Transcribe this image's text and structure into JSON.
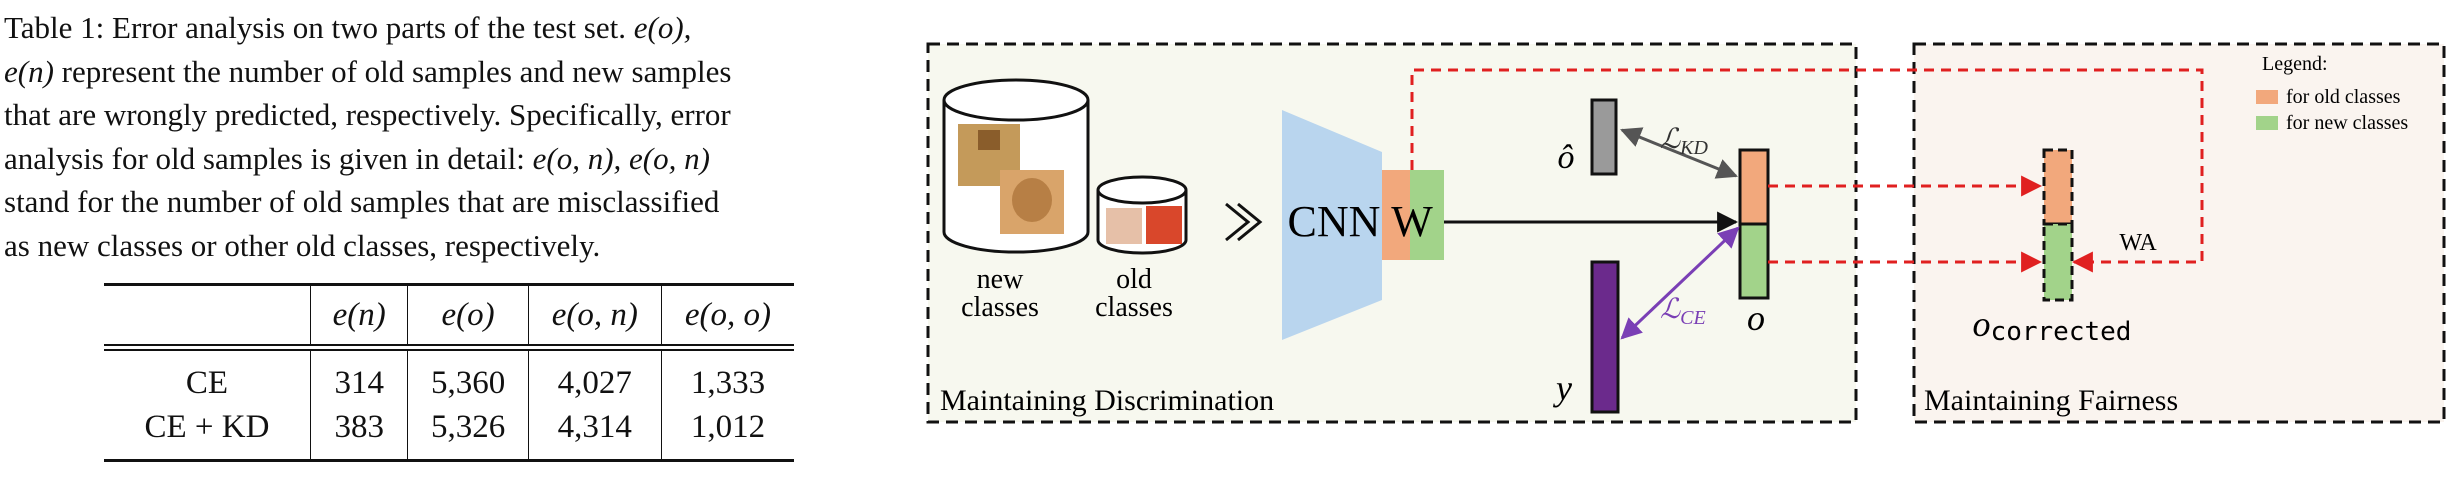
{
  "caption": {
    "prefix": "Table 1:",
    "line1": "Error analysis on two parts of the test set.",
    "sym_eo": "e(o),",
    "sym_en": "e(n)",
    "line2_rest": "represent the number of old samples and new samples",
    "line3": "that are wrongly predicted, respectively. Specifically, error",
    "line4_start": "analysis for old samples is given in detail:",
    "sym_eon": "e(o, n),",
    "sym_eoo": "e(o, n)",
    "line5": "stand for the number of old samples that are misclassified",
    "line6": "as new classes or other old classes, respectively."
  },
  "table": {
    "headers": [
      "",
      "e(n)",
      "e(o)",
      "e(o, n)",
      "e(o, o)"
    ],
    "rows": [
      {
        "label": "CE",
        "cells": [
          "314",
          "5,360",
          "4,027",
          "1,333"
        ]
      },
      {
        "label": "CE + KD",
        "cells": [
          "383",
          "5,326",
          "4,314",
          "1,012"
        ]
      }
    ]
  },
  "figure": {
    "panel_left_title": "Maintaining Discrimination",
    "panel_right_title": "Maintaining Fairness",
    "new_classes_label_1": "new",
    "new_classes_label_2": "classes",
    "old_classes_label_1": "old",
    "old_classes_label_2": "classes",
    "cnn_label": "CNN",
    "w_label": "W",
    "o_hat_label": "ô",
    "o_label": "o",
    "y_label": "y",
    "o_corrected_label": "o",
    "o_corrected_sub": "corrected",
    "kd_loss_label": "ℒ",
    "kd_loss_sub": "KD",
    "ce_loss_label": "ℒ",
    "ce_loss_sub": "CE",
    "wa_label": "WA",
    "legend_title": "Legend:",
    "legend_old": "for old classes",
    "legend_new": "for new classes",
    "colors": {
      "old": "#f2a87c",
      "new": "#a2d38a",
      "cnn": "#b9d5ee",
      "y_bar": "#6b2a8c",
      "o_hat": "#9a9a9a",
      "red_dash": "#e02020",
      "panel_left_bg": "#f7f8ef",
      "panel_right_bg": "#faf4ef"
    }
  }
}
